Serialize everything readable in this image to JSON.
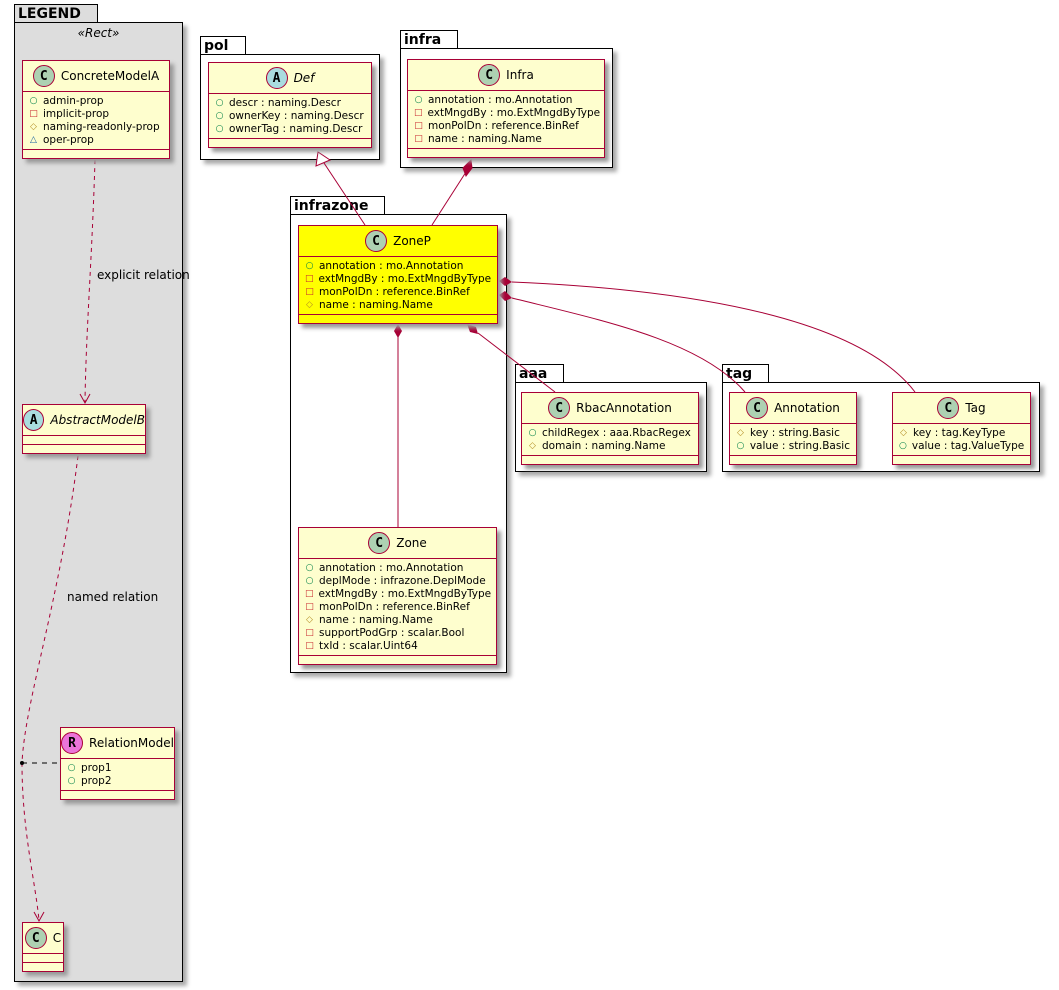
{
  "packages": [
    {
      "id": "legend",
      "name": "LEGEND",
      "stereotype": "«Rect»"
    },
    {
      "id": "pol",
      "name": "pol"
    },
    {
      "id": "infra",
      "name": "infra"
    },
    {
      "id": "infrazone",
      "name": "infrazone"
    },
    {
      "id": "aaa",
      "name": "aaa"
    },
    {
      "id": "tag",
      "name": "tag"
    }
  ],
  "classes": [
    {
      "id": "concrete",
      "kind": "C",
      "name": "ConcreteModelA",
      "attrs": [
        {
          "v": "+",
          "t": "admin-prop"
        },
        {
          "v": "-",
          "t": "implicit-prop"
        },
        {
          "v": "#",
          "t": "naming-readonly-prop"
        },
        {
          "v": "~",
          "t": "oper-prop"
        }
      ]
    },
    {
      "id": "abstractb",
      "kind": "A",
      "name": "AbstractModelB",
      "attrs": []
    },
    {
      "id": "relation",
      "kind": "R",
      "name": "RelationModel",
      "attrs": [
        {
          "v": "+",
          "t": "prop1"
        },
        {
          "v": "+",
          "t": "prop2"
        }
      ]
    },
    {
      "id": "c",
      "kind": "C",
      "name": "C",
      "attrs": []
    },
    {
      "id": "def",
      "kind": "A",
      "name": "Def",
      "attrs": [
        {
          "v": "+",
          "t": "descr : naming.Descr"
        },
        {
          "v": "+",
          "t": "ownerKey : naming.Descr"
        },
        {
          "v": "+",
          "t": "ownerTag : naming.Descr"
        }
      ]
    },
    {
      "id": "infra",
      "kind": "C",
      "name": "Infra",
      "attrs": [
        {
          "v": "+",
          "t": "annotation : mo.Annotation"
        },
        {
          "v": "-",
          "t": "extMngdBy : mo.ExtMngdByType"
        },
        {
          "v": "-",
          "t": "monPolDn : reference.BinRef"
        },
        {
          "v": "-",
          "t": "name : naming.Name"
        }
      ]
    },
    {
      "id": "zonep",
      "kind": "C",
      "name": "ZoneP",
      "highlight": "#FFFF00",
      "attrs": [
        {
          "v": "+",
          "t": "annotation : mo.Annotation"
        },
        {
          "v": "-",
          "t": "extMngdBy : mo.ExtMngdByType"
        },
        {
          "v": "-",
          "t": "monPolDn : reference.BinRef"
        },
        {
          "v": "#",
          "t": "name : naming.Name"
        }
      ]
    },
    {
      "id": "zone",
      "kind": "C",
      "name": "Zone",
      "attrs": [
        {
          "v": "+",
          "t": "annotation : mo.Annotation"
        },
        {
          "v": "+",
          "t": "deplMode : infrazone.DeplMode"
        },
        {
          "v": "-",
          "t": "extMngdBy : mo.ExtMngdByType"
        },
        {
          "v": "-",
          "t": "monPolDn : reference.BinRef"
        },
        {
          "v": "#",
          "t": "name : naming.Name"
        },
        {
          "v": "-",
          "t": "supportPodGrp : scalar.Bool"
        },
        {
          "v": "-",
          "t": "txId : scalar.Uint64"
        }
      ]
    },
    {
      "id": "rbac",
      "kind": "C",
      "name": "RbacAnnotation",
      "attrs": [
        {
          "v": "+",
          "t": "childRegex : aaa.RbacRegex"
        },
        {
          "v": "#",
          "t": "domain : naming.Name"
        }
      ]
    },
    {
      "id": "annotation",
      "kind": "C",
      "name": "Annotation",
      "attrs": [
        {
          "v": "#",
          "t": "key : string.Basic"
        },
        {
          "v": "+",
          "t": "value : string.Basic"
        }
      ]
    },
    {
      "id": "tagc",
      "kind": "C",
      "name": "Tag",
      "attrs": [
        {
          "v": "#",
          "t": "key : tag.KeyType"
        },
        {
          "v": "+",
          "t": "value : tag.ValueType"
        }
      ]
    }
  ],
  "labels": {
    "explicit": "explicit relation",
    "named": "named relation"
  },
  "colors": {
    "border": "#A80036",
    "fill": "#FEFECE",
    "legendBg": "#DDDDDD",
    "C": "#ADD1B2",
    "A": "#A9DCDF",
    "R": "#EB74D9"
  }
}
